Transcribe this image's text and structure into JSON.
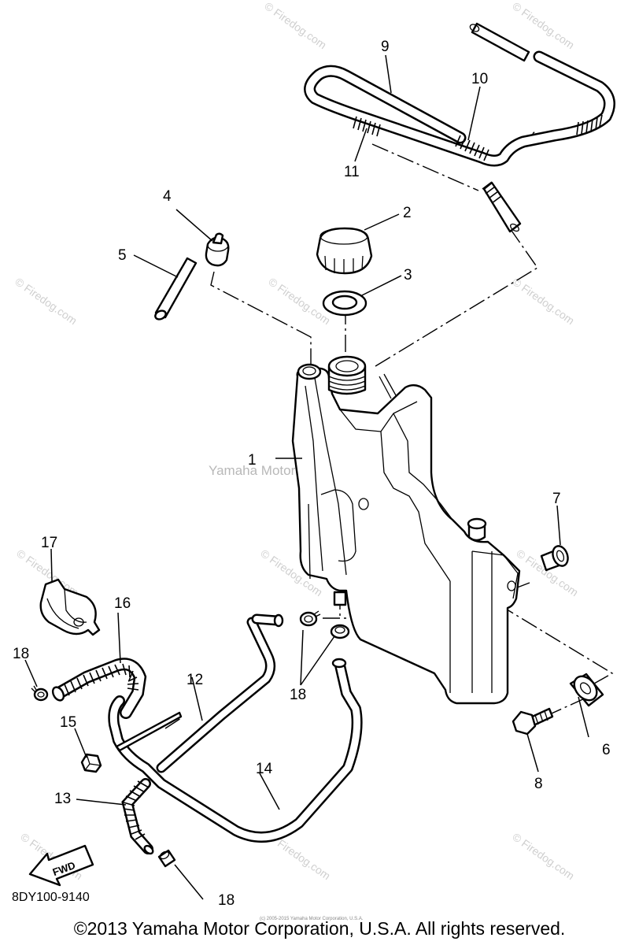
{
  "watermarks": {
    "main": "Yamaha Motor Corp, U.S.A.",
    "firedog": "© Firedog.com"
  },
  "callouts": [
    "1",
    "2",
    "3",
    "4",
    "5",
    "6",
    "7",
    "8",
    "9",
    "10",
    "11",
    "12",
    "13",
    "14",
    "15",
    "16",
    "17",
    "18",
    "18",
    "18"
  ],
  "fwd_label": "FWD",
  "diagram_code": "8DY100-9140",
  "copyright": "©2013 Yamaha Motor Corporation, U.S.A. All rights reserved.",
  "tiny_note": "(c) 2005-2015 Yamaha Motor Corporation, U.S.A."
}
